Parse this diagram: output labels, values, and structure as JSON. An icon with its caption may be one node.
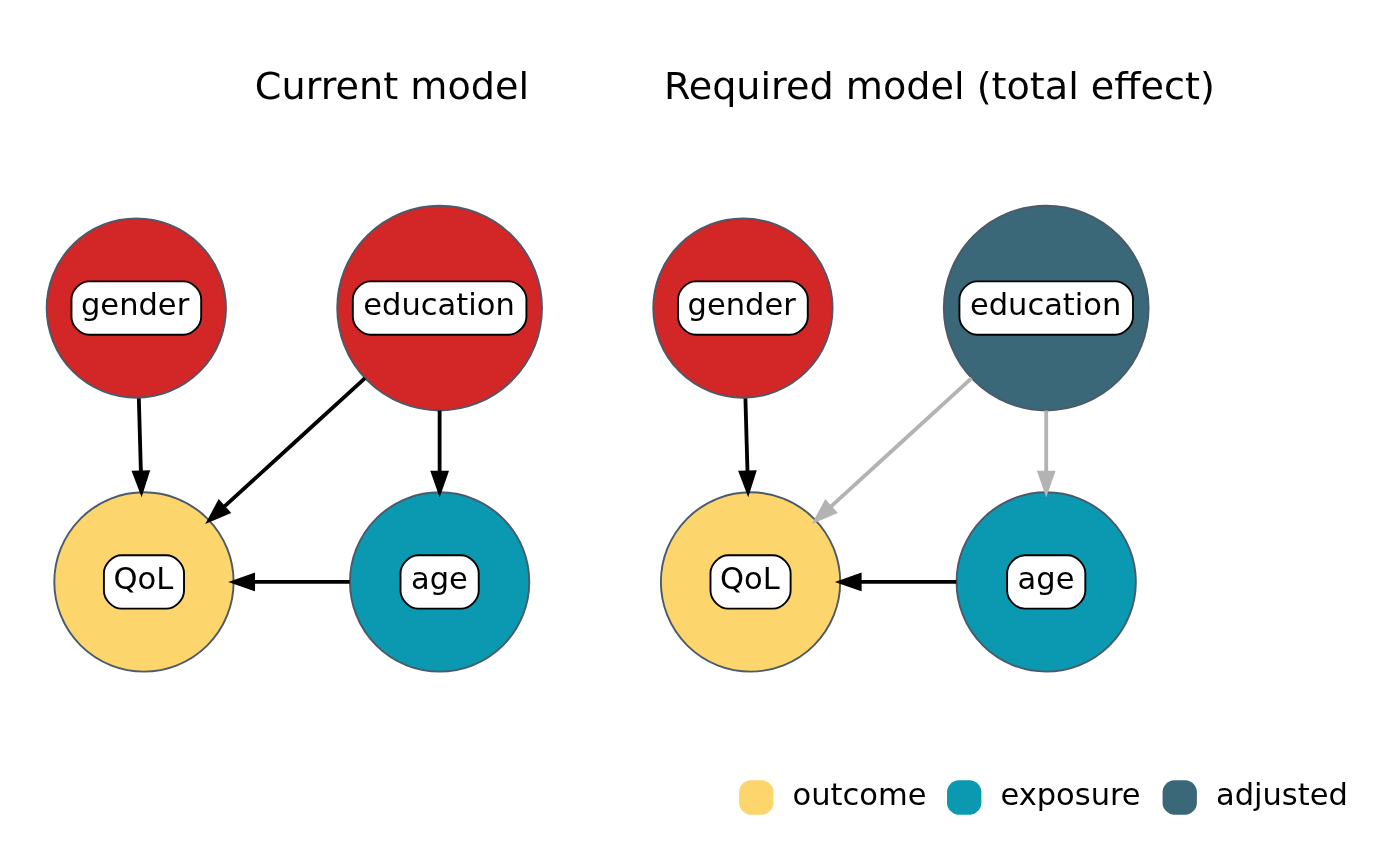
{
  "diagram": {
    "nodes": [
      {
        "text": [
          "education"
        ]
      },
      {
        "text": [
          "gender"
        ]
      },
      {
        "text": [
          "QoL"
        ]
      },
      {
        "text": [
          "age"
        ]
      },
      {
        "text": [
          "education"
        ]
      },
      {
        "text": [
          "gender"
        ]
      },
      {
        "text": [
          "QoL"
        ]
      },
      {
        "text": [
          "age"
        ]
      }
    ],
    "edges": [
      {
        "from": 0,
        "to": 2,
        "arrow": "to"
      },
      {
        "from": 1,
        "to": 2,
        "arrow": "to"
      },
      {
        "from": 0,
        "to": 3,
        "arrow": "to"
      },
      {
        "from": 3,
        "to": 2,
        "arrow": "to"
      },
      {
        "from": 4,
        "to": 6,
        "arrow": "to",
        "color": "#b3b3b3"
      },
      {
        "from": 5,
        "to": 6,
        "arrow": "to"
      },
      {
        "from": 4,
        "to": 7,
        "arrow": "to",
        "color": "#b3b3b3"
      },
      {
        "from": 7,
        "to": 6,
        "arrow": "to"
      }
    ],
    "labels": [
      "Current model",
      "Required model (total effect)"
    ],
    "legend": [
      {
        "text": "outcome",
        "color": "#fcd56d"
      },
      {
        "text": "exposure",
        "color": "#0b99b2"
      },
      {
        "text": "adjusted",
        "color": "#3b6878"
      }
    ]
  }
}
